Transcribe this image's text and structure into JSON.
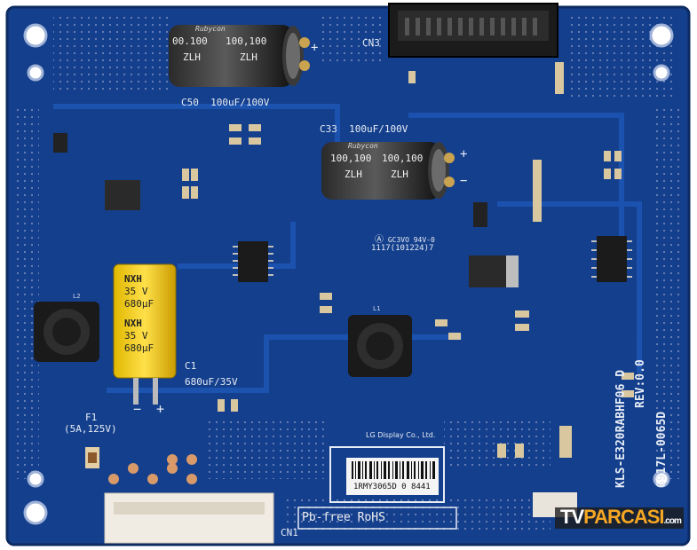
{
  "board": {
    "capacitors": {
      "c50": {
        "ref": "C50",
        "value": "100uF/100V",
        "can_text": [
          "00.100",
          "100,100",
          "ZLH"
        ],
        "brand": "Rubycon"
      },
      "c33": {
        "ref": "C33",
        "value": "100uF/100V",
        "can_text": [
          "100,100",
          "ZLH"
        ],
        "brand": "Rubycon"
      },
      "c1": {
        "ref": "C1",
        "value": "680uF/35V",
        "body_text": [
          "NXH",
          "35 V",
          "680µF"
        ]
      }
    },
    "fuse": {
      "ref": "F1",
      "value": "(5A,125V)"
    },
    "connectors": {
      "cn3": "CN3",
      "cn1": "CN1"
    },
    "inductors": {
      "l1": "L1",
      "l2": "L2"
    },
    "maker": "LG Display Co., Ltd.",
    "certification": "GC3VO 94V-0",
    "date_code": "1117(101224)7",
    "label": "1RMY3065D 0 8441",
    "pbfree": "Pb-free  RoHS",
    "model": "KLS-E320RABHF06 D",
    "rev": "REV:0.0",
    "part": "6917L-0065D",
    "polarity": {
      "plus": "+",
      "minus": "−"
    }
  },
  "watermark": {
    "brand_a": "TV",
    "brand_b": "PARCASI",
    "tld": ".com",
    "colors": {
      "a": "#ffffff",
      "b": "#f5a623",
      "bg": "#1a1a1a"
    }
  },
  "colors": {
    "pcb": "#143f8c",
    "pcb_dark": "#0f2f6b",
    "silk": "#e6ecf5",
    "pad": "#d9c7a0"
  }
}
